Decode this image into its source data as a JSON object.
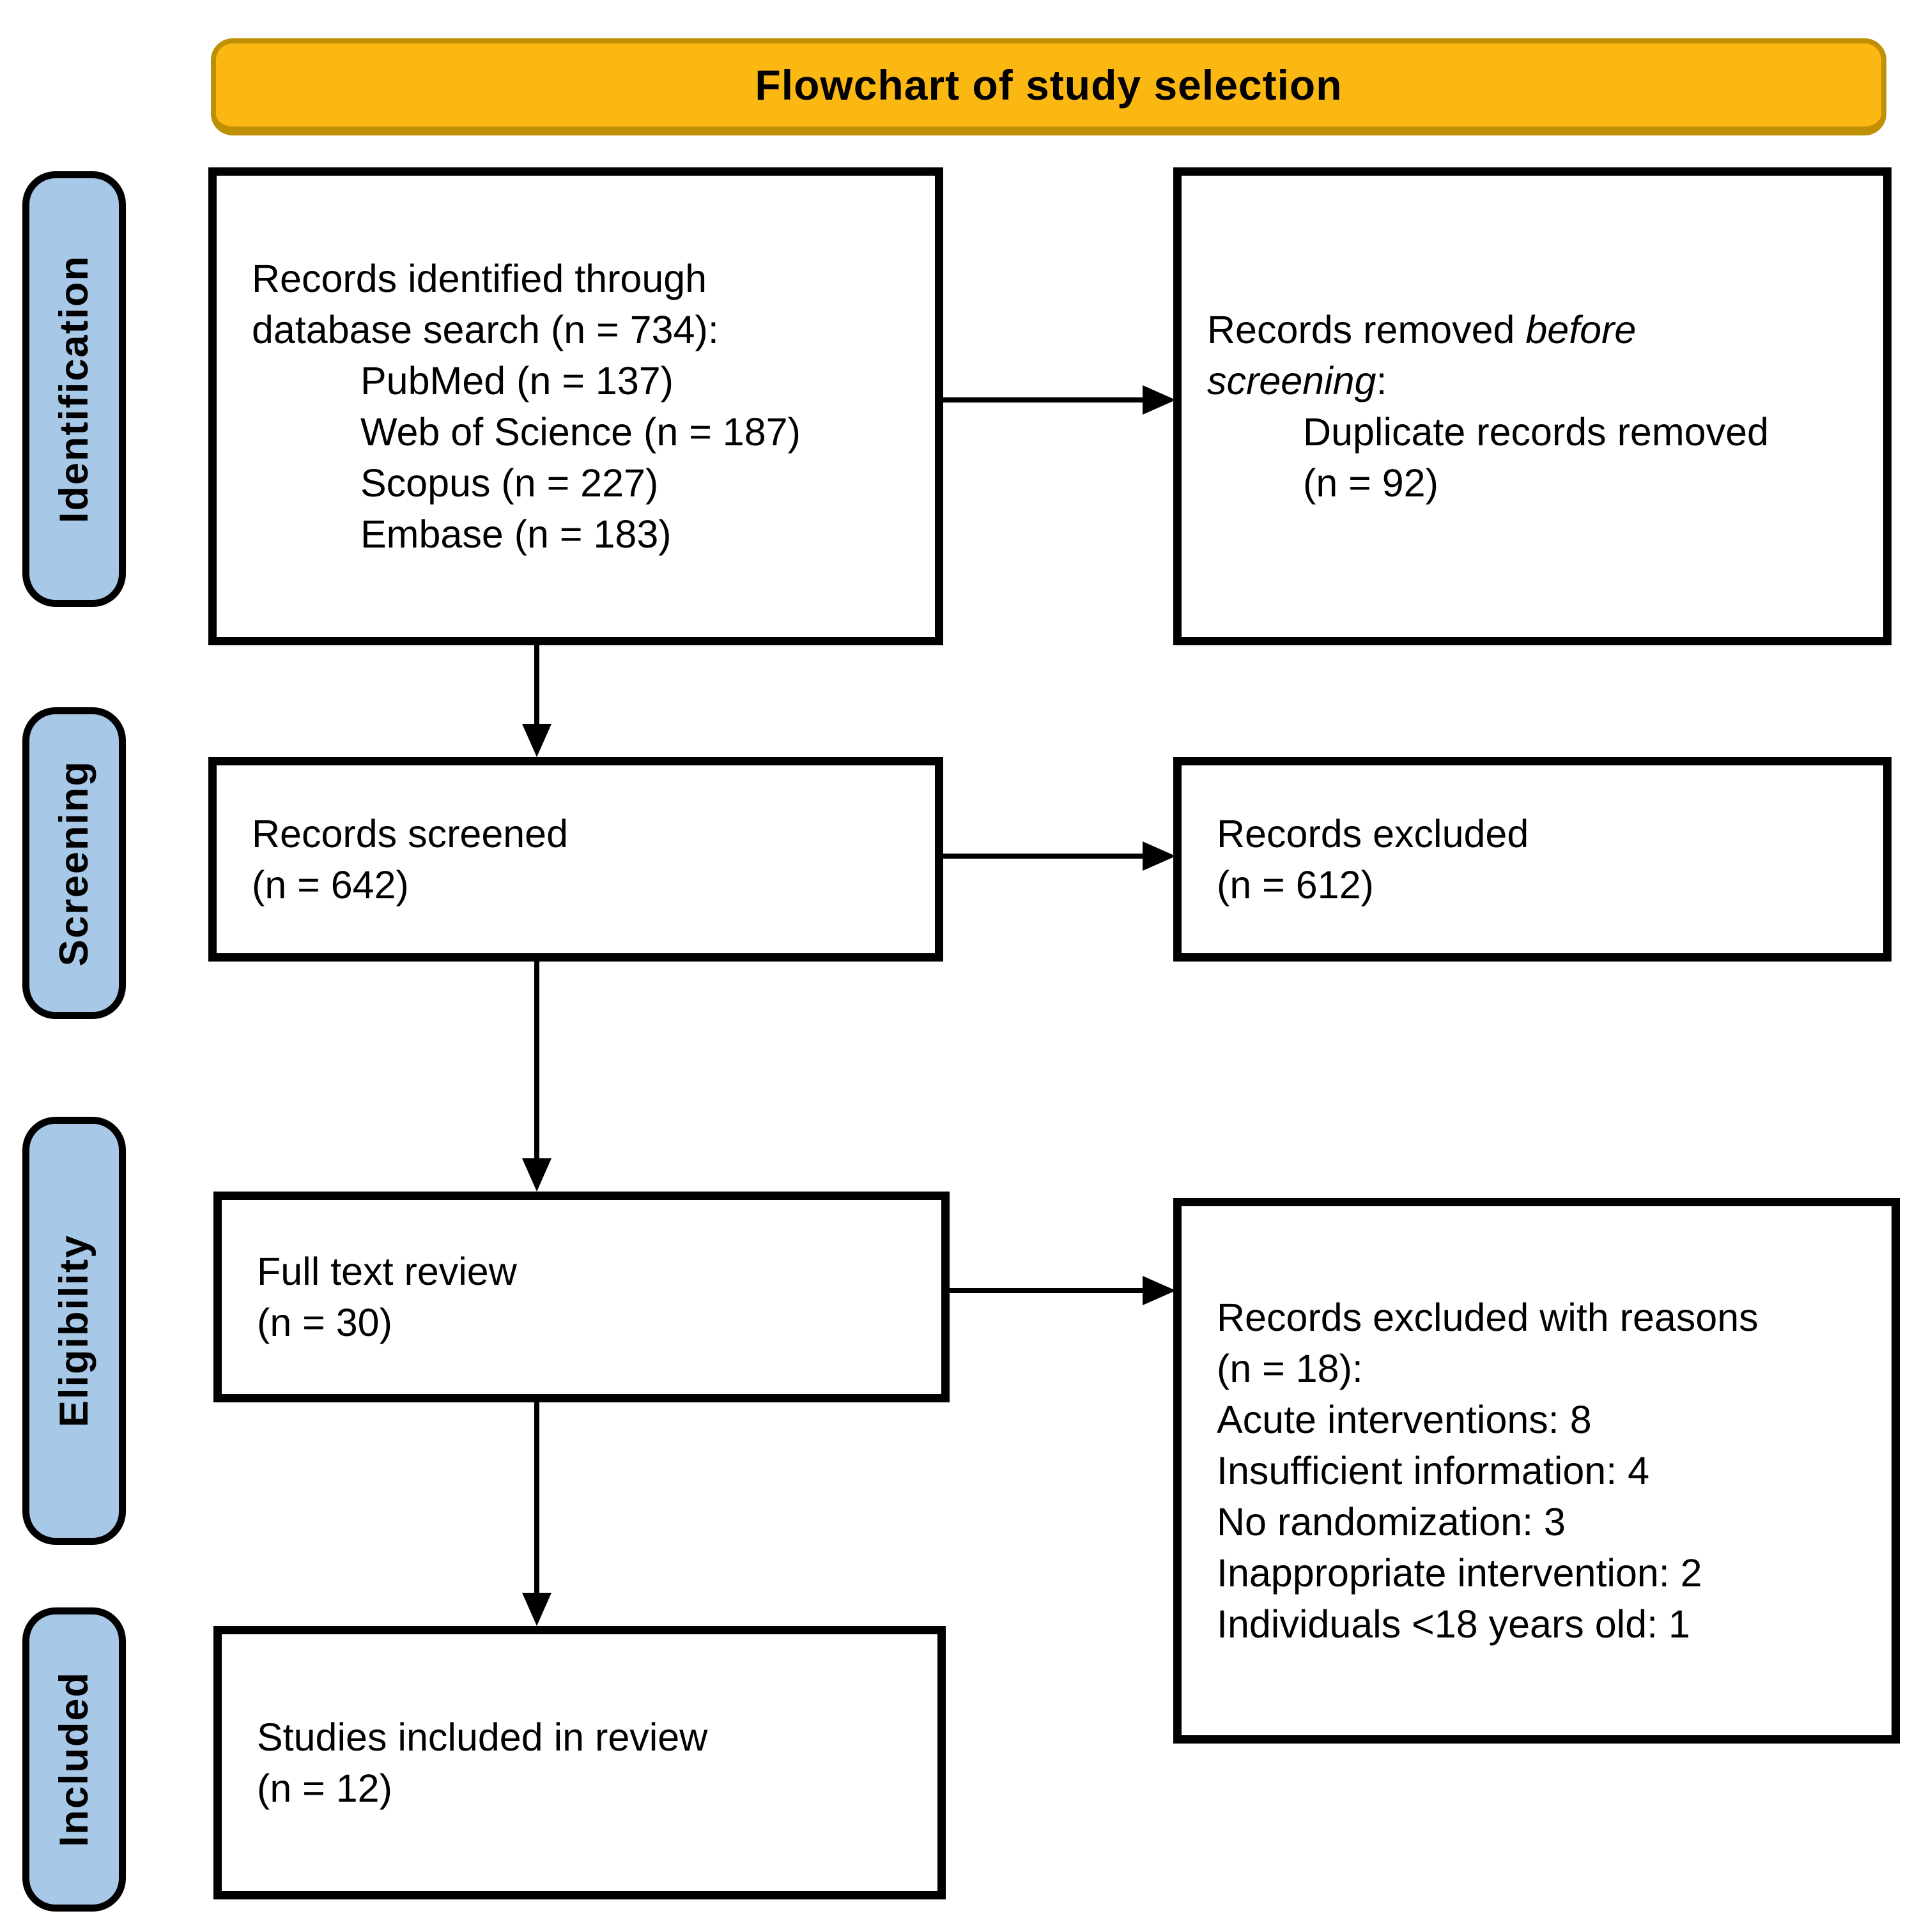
{
  "colors": {
    "title_bg": "#FCB812",
    "title_border": "#BF9004",
    "stage_bg": "#A8C8E8",
    "box_border": "#000000"
  },
  "title": "Flowchart of study selection",
  "stages": [
    {
      "label": "Identification"
    },
    {
      "label": "Screening"
    },
    {
      "label": "Eligibility"
    },
    {
      "label": "Included"
    }
  ],
  "boxes": {
    "identified": {
      "heading_line1": "Records identified through",
      "heading_line2": "database search (n = 734):",
      "items": [
        "PubMed (n = 137)",
        "Web of Science (n = 187)",
        "Scopus (n = 227)",
        "Embase (n = 183)"
      ]
    },
    "removed": {
      "prefix": "Records removed ",
      "italic": "before screening",
      "suffix": ":",
      "item_line1": "Duplicate records removed",
      "item_line2": "(n = 92)"
    },
    "screened": {
      "line1": "Records screened",
      "line2": "(n = 642)"
    },
    "excluded": {
      "line1": "Records excluded",
      "line2": "(n = 612)"
    },
    "full_text": {
      "line1": "Full text review",
      "line2": "(n = 30)"
    },
    "excluded_reasons": {
      "heading_line1": "Records excluded with reasons",
      "heading_line2": "(n = 18):",
      "reasons": [
        "Acute interventions: 8",
        "Insufficient information: 4",
        "No randomization: 3",
        "Inappropriate intervention: 2",
        "Individuals <18 years old: 1"
      ]
    },
    "included_studies": {
      "line1": "Studies included in review",
      "line2": "(n = 12)"
    }
  }
}
